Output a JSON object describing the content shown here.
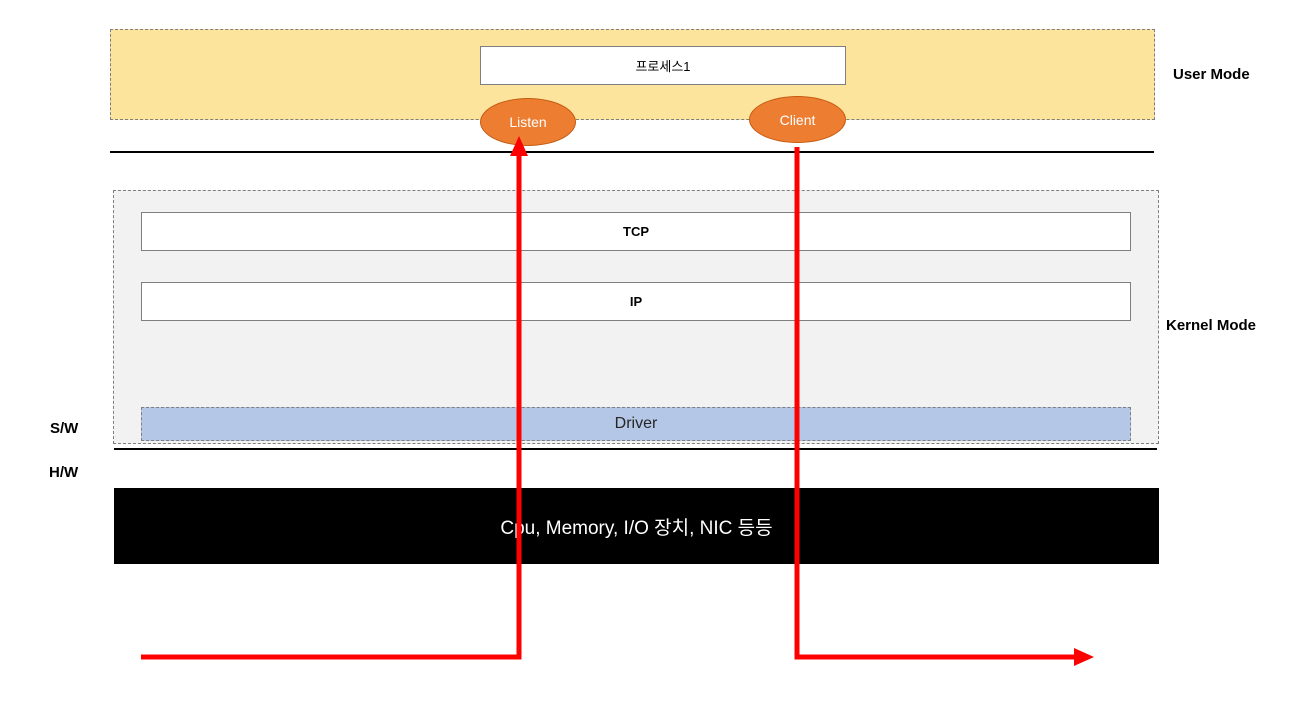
{
  "zones": {
    "user_mode_label": "User Mode",
    "kernel_mode_label": "Kernel Mode",
    "sw_label": "S/W",
    "hw_label": "H/W"
  },
  "boxes": {
    "process": "프로세스1",
    "tcp": "TCP",
    "ip": "IP",
    "driver": "Driver",
    "hardware": "Cpu, Memory, I/O 장치, NIC 등등"
  },
  "sockets": {
    "listen": "Listen",
    "client": "Client"
  },
  "colors": {
    "user_zone": "#fde49c",
    "kernel_zone": "#f2f2f2",
    "driver": "#b4c7e7",
    "hardware": "#000000",
    "socket": "#ed7d31",
    "arrow": "#ff0000"
  }
}
